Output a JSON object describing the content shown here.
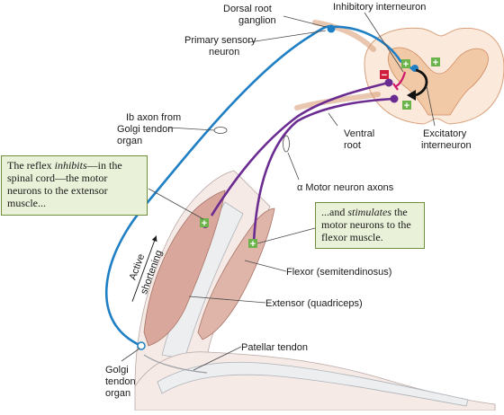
{
  "labels": {
    "dorsal_root_ganglion_1": "Dorsal root",
    "dorsal_root_ganglion_2": "ganglion",
    "inhibitory_interneuron": "Inhibitory interneuron",
    "primary_sensory_1": "Primary sensory",
    "primary_sensory_2": "neuron",
    "ib_axon_1": "Ib axon from",
    "ib_axon_2": "Golgi tendon",
    "ib_axon_3": "organ",
    "ventral_root_1": "Ventral",
    "ventral_root_2": "root",
    "excitatory_1": "Excitatory",
    "excitatory_2": "interneuron",
    "alpha_motor": "α Motor neuron axons",
    "active_1": "Active",
    "active_2": "shortening",
    "flexor": "Flexor (semitendinosus)",
    "extensor": "Extensor (quadriceps)",
    "patellar": "Patellar tendon",
    "golgi_1": "Golgi",
    "golgi_2": "tendon",
    "golgi_3": "organ"
  },
  "callouts": {
    "inhibit_pre": "The reflex ",
    "inhibit_em": "inhibits",
    "inhibit_post": "—in the spinal cord—the motor neurons to the extensor muscle...",
    "stim_pre": "...and ",
    "stim_em": "stimulates",
    "stim_post": " the motor neurons to the flexor muscle."
  },
  "symbols": {
    "plus": "+",
    "minus": "−"
  },
  "colors": {
    "sensory_axon": "#1f7fc4",
    "motor_axon": "#6b2c91",
    "inhibitory": "#d0156b",
    "excitatory": "#111111",
    "plus_badge": "#6bb34a",
    "minus_badge": "#d01f3c",
    "callout_bg": "#e9f1d8",
    "cord_gray": "#f1c9a6",
    "muscle": "#d9a79b"
  }
}
